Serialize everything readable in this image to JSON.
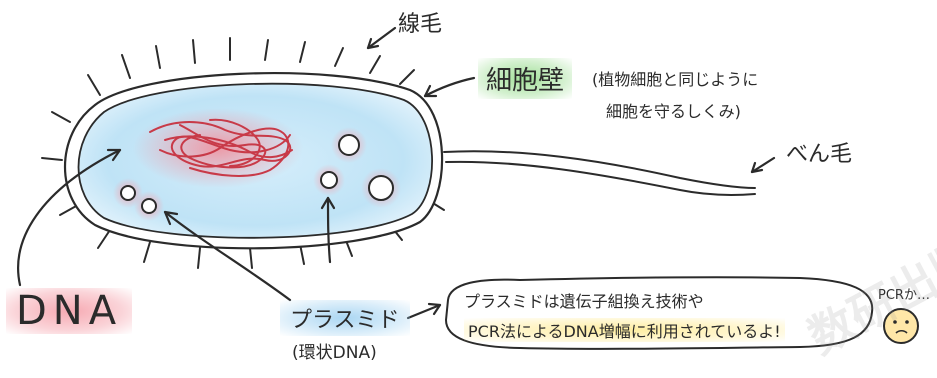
{
  "labels": {
    "pili": "線毛",
    "cell_wall": "細胞壁",
    "cell_wall_note_1": "(植物細胞と同じように",
    "cell_wall_note_2": "細胞を守るしくみ)",
    "flagellum": "べん毛",
    "dna": "DNA",
    "plasmid": "プラスミド",
    "plasmid_sub": "(環状DNA)",
    "note_line_1": "プラスミドは遺伝子組換え技術や",
    "note_line_2": "PCR法によるDNA増幅に利用されているよ!",
    "character_speech": "PCRか…",
    "watermark": "数研出版"
  },
  "colors": {
    "outline": "#2b2b2b",
    "cytoplasm": "#bfe3f6",
    "dna": "#d9434f",
    "highlight_green": "#84d678",
    "highlight_blue": "#96cdf0",
    "highlight_pink": "#f5a0aa",
    "highlight_yellow": "#ffec96"
  }
}
